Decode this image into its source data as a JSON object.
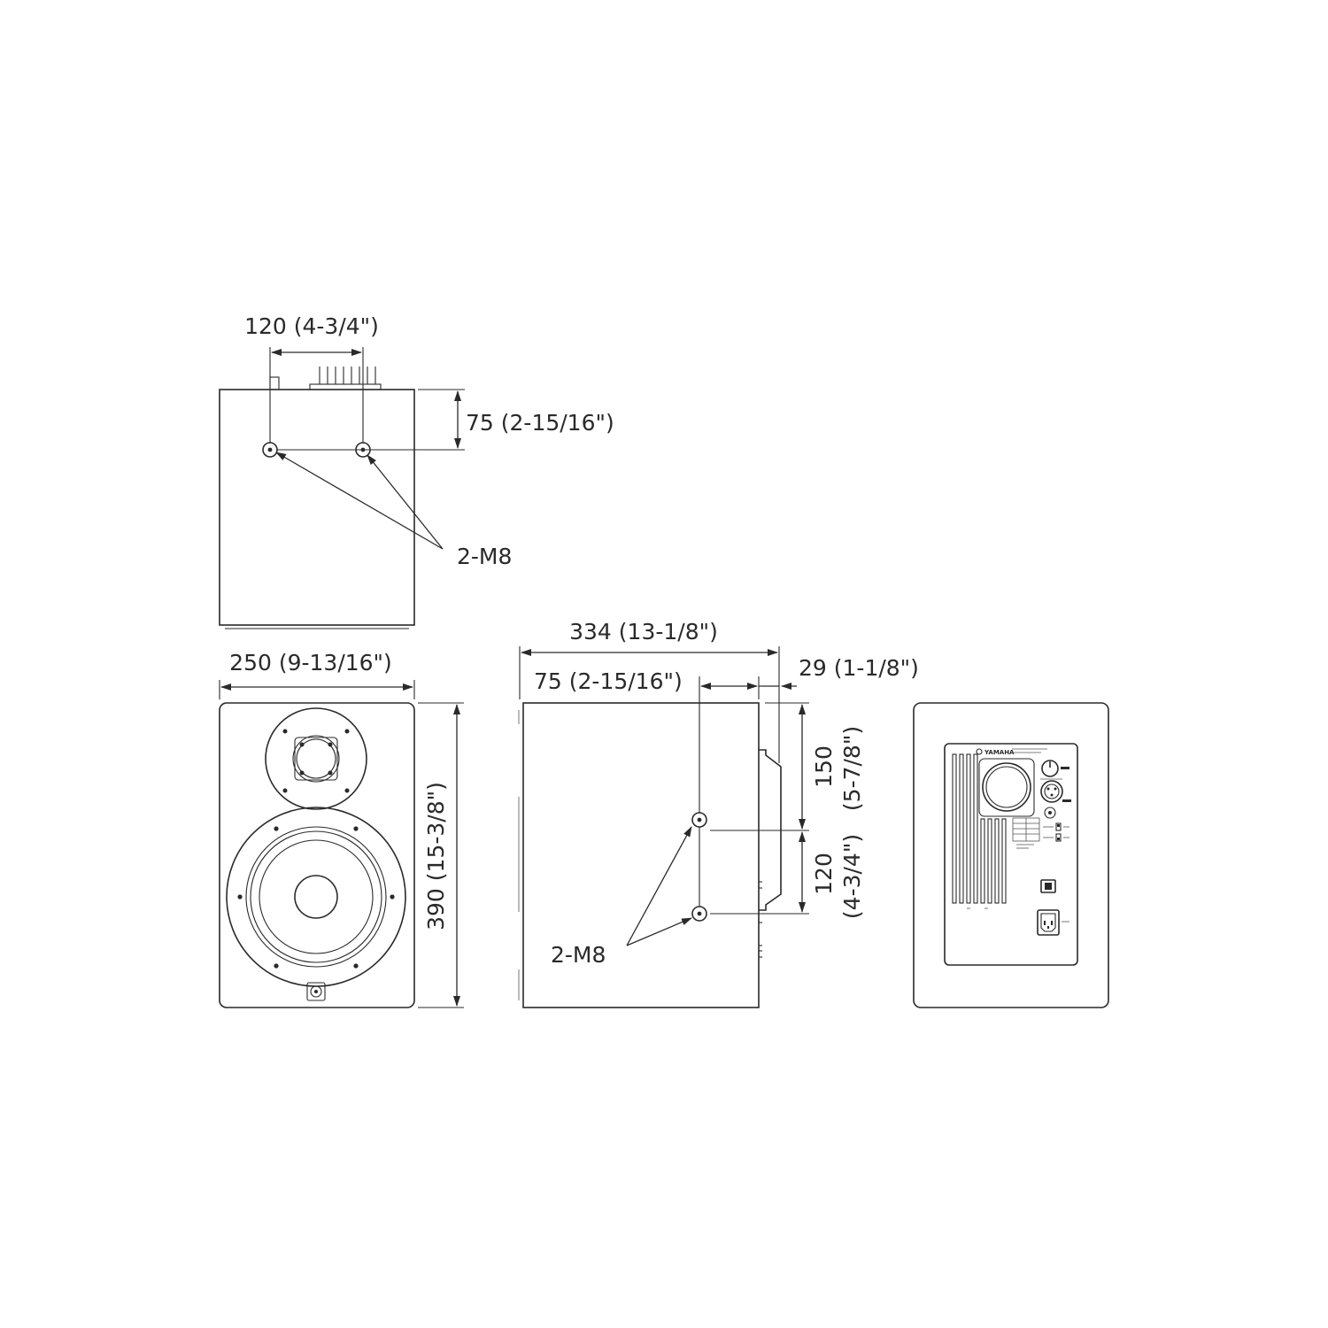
{
  "top_view": {
    "dim_width": "120 (4-3/4\")",
    "dim_depth": "75 (2-15/16\")",
    "screw_label": "2-M8"
  },
  "front_view": {
    "dim_width": "250 (9-13/16\")",
    "dim_height": "390 (15-3/8\")"
  },
  "side_view": {
    "dim_depth": "334 (13-1/8\")",
    "dim_hole_offset": "75 (2-15/16\")",
    "dim_protrusion": "29 (1-1/8\")",
    "dim_upper": "150",
    "dim_upper_inch": "(5-7/8\")",
    "dim_lower": "120",
    "dim_lower_inch": "(4-3/4\")",
    "screw_label": "2-M8"
  },
  "rear_view": {
    "brand_logo": "YAMAHA"
  }
}
